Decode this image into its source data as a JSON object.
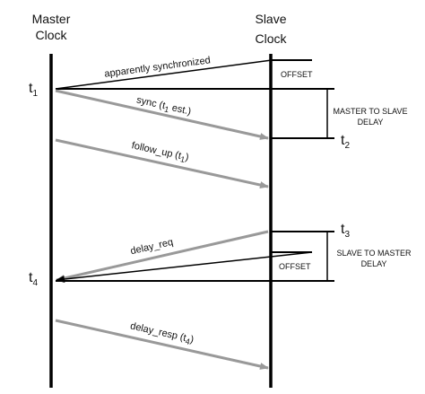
{
  "master": {
    "line1": "Master",
    "line2": "Clock"
  },
  "slave": {
    "line1": "Slave",
    "line2": "Clock"
  },
  "time_labels": {
    "t1_main": "t",
    "t1_sub": "1",
    "t2_main": "t",
    "t2_sub": "2",
    "t3_main": "t",
    "t3_sub": "3",
    "t4_main": "t",
    "t4_sub": "4"
  },
  "messages": {
    "apparently_synchronized": "apparently synchronized",
    "sync_pre": "sync (t",
    "sync_sub": "1",
    "sync_post": " est.)",
    "follow_up_pre": "follow_up (t",
    "follow_up_sub": "1",
    "follow_up_post": ")",
    "delay_req": "delay_req",
    "delay_resp_pre": "delay_resp (t",
    "delay_resp_sub": "4",
    "delay_resp_post": ")"
  },
  "boxes": {
    "offset_top": "OFFSET",
    "offset_bottom": "OFFSET",
    "m2s_line1": "MASTER TO SLAVE",
    "m2s_line2": "DELAY",
    "s2m_line1": "SLAVE TO MASTER",
    "s2m_line2": "DELAY"
  },
  "colors": {
    "timeline": "#000000",
    "arrow_gray": "#999999",
    "arrow_black": "#000000"
  }
}
